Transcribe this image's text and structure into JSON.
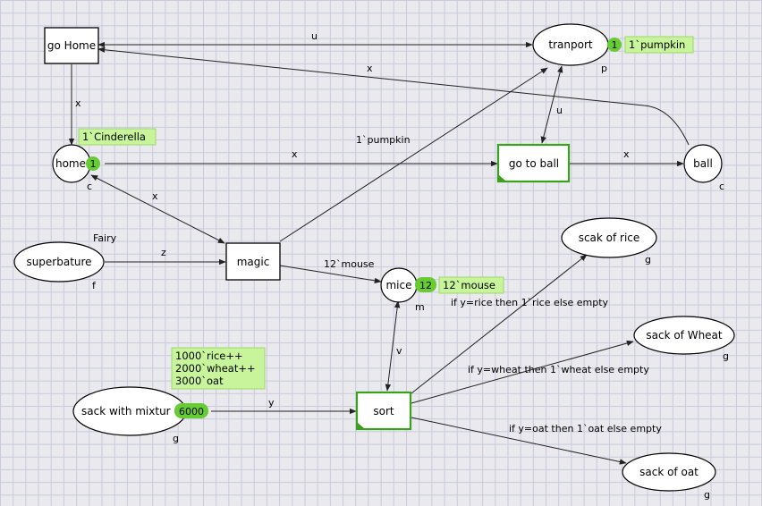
{
  "places": {
    "go_home_label": "go Home",
    "tranport": {
      "label": "tranport",
      "type": "p",
      "tokens": "1",
      "marking": "1`pumpkin"
    },
    "home": {
      "label": "home",
      "type": "c",
      "tokens": "1",
      "marking": "1`Cinderella"
    },
    "ball": {
      "label": "ball",
      "type": "c"
    },
    "superbature": {
      "label": "superbature",
      "type": "f",
      "above": "Fairy"
    },
    "mice": {
      "label": "mice",
      "type": "m",
      "tokens": "12",
      "marking": "12`mouse"
    },
    "scak_of_rice": {
      "label": "scak of rice",
      "type": "g"
    },
    "sack_of_wheat": {
      "label": "sack of Wheat",
      "type": "g"
    },
    "sack_of_oat": {
      "label": "sack of oat",
      "type": "g"
    },
    "sack_with_mixture": {
      "label": "sack with mixtur",
      "type": "g",
      "tokens": "6000",
      "marking": [
        "1000`rice++",
        "2000`wheat++",
        "3000`oat"
      ]
    }
  },
  "transitions": {
    "go_to_ball": "go to ball",
    "magic": "magic",
    "sort": "sort"
  },
  "arcs": {
    "gohome_tranport": "u",
    "ball_gohome": "x",
    "gohome_home": "x",
    "magic_tranport": "1`pumpkin",
    "home_gotoball": "x",
    "gotoball_ball": "x",
    "tranport_gotoball": "u",
    "home_magic": "x",
    "superbature_magic": "z",
    "magic_mice": "12`mouse",
    "mice_sort": "v",
    "sort_rice": "if y=rice then 1`rice else empty",
    "sort_wheat": "if y=wheat then 1`wheat else empty",
    "sort_oat": "if y=oat then 1`oat else empty",
    "mixture_sort": "y"
  },
  "colors": {
    "token": "#66cc33",
    "marking_bg": "#c8f59c",
    "enabled_border": "#3aa11e"
  }
}
